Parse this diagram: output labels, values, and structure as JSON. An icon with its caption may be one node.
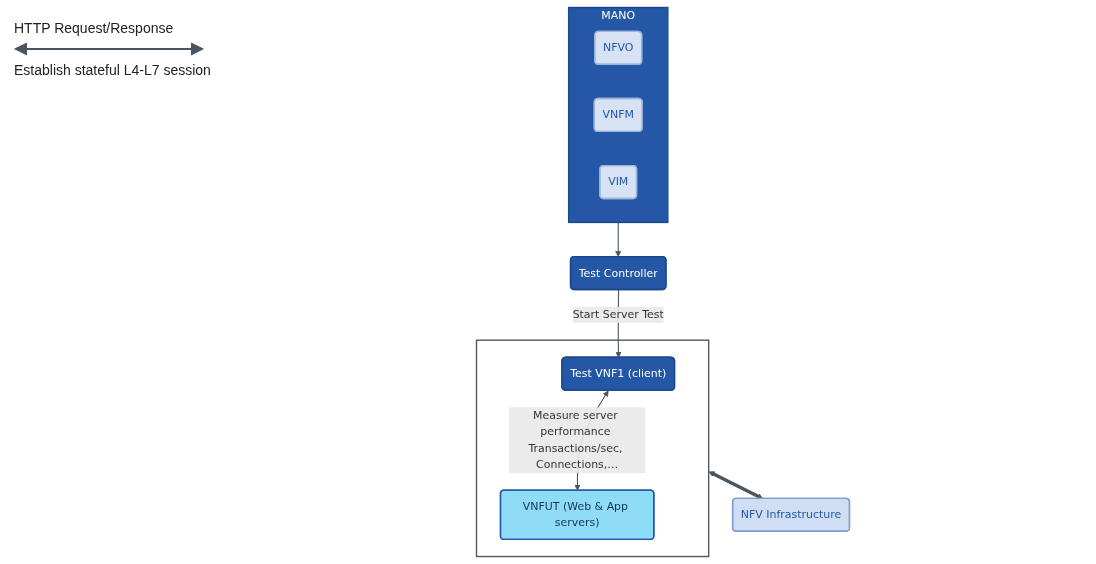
{
  "diagram": {
    "nodes": [
      {
        "text": [
          "Test Controller"
        ]
      },
      {
        "text": [
          "MANO"
        ]
      },
      {
        "text": [
          "NFVO"
        ],
        "in": 1
      },
      {
        "text": [
          "VNFM"
        ],
        "in": 1
      },
      {
        "text": [
          "VIM"
        ],
        "in": 1
      },
      {
        "text": [],
        "shape": "box"
      },
      {
        "text": [
          "Test VNF1 (client)"
        ],
        "in": 5
      },
      {
        "text": [
          "VNFUT (Web & App servers)"
        ],
        "in": 5
      },
      {
        "text": [
          "NFV Infrastructure"
        ]
      }
    ],
    "edges": [
      {
        "from": 1,
        "to": 0,
        "arrow": "to"
      },
      {
        "from": 0,
        "to": 6,
        "arrow": "to",
        "label": "Start Server Test"
      },
      {
        "from": 6,
        "to": 7,
        "arrow": "both",
        "label": "Measure server performance Transactions/sec, Connections,…"
      },
      {
        "from": 5,
        "to": 8,
        "arrow": "both",
        "style": "thick"
      }
    ],
    "labels": [
      "HTTP Request/Response",
      "Establish stateful L4-L7 session"
    ]
  }
}
